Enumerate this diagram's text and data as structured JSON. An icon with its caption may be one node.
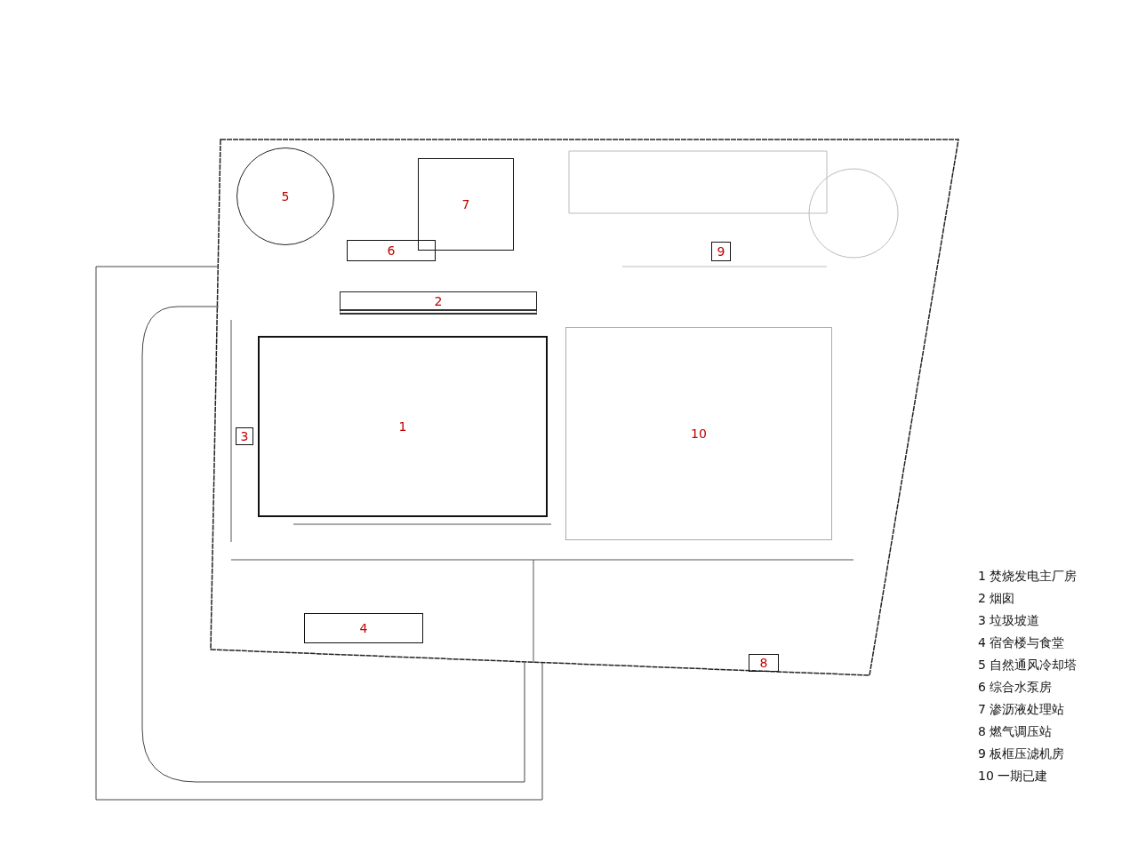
{
  "diagram": {
    "nodes": [
      {
        "text": [
          "5"
        ]
      },
      {
        "text": [
          "7"
        ]
      },
      {
        "text": [
          "6"
        ]
      },
      {
        "text": [
          "9"
        ]
      },
      {
        "text": [
          "2"
        ]
      },
      {
        "text": [
          "3"
        ]
      },
      {
        "text": [
          "1"
        ]
      },
      {
        "text": [
          "10"
        ]
      },
      {
        "text": [
          "4"
        ]
      },
      {
        "text": [
          "8"
        ]
      }
    ],
    "labels": [
      "1 焚烧发电主厂房",
      "2 烟囱",
      "3 垃圾坡道",
      "4 宿舍楼与食堂",
      "5 自然通风冷却塔",
      "6 综合水泵房",
      "7 渗沥液处理站",
      "8 燃气调压站",
      "9 板框压滤机房",
      "10 一期已建"
    ]
  }
}
